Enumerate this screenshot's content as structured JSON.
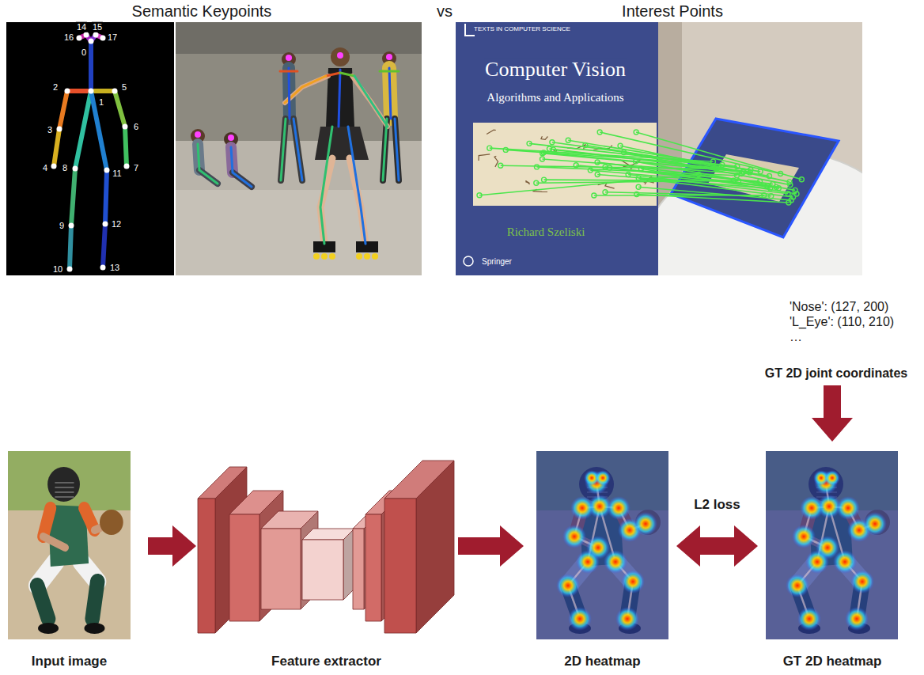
{
  "diagram": {
    "nodes": [
      {
        "text": [
          "Semantic Keypoints"
        ]
      },
      {
        "text": [
          "Interest Points"
        ]
      },
      {
        "text": [
          "'Nose': (127, 200)",
          "'L_Eye': (110, 210)",
          "…",
          "GT 2D joint coordinates"
        ]
      },
      {
        "text": [
          "Input image"
        ]
      },
      {
        "text": [
          "Feature extractor"
        ]
      },
      {
        "text": [
          "2D heatmap"
        ]
      },
      {
        "text": [
          "GT 2D heatmap"
        ]
      }
    ],
    "edges": [
      {
        "from": 3,
        "to": 4,
        "arrow": "to"
      },
      {
        "from": 4,
        "to": 5,
        "arrow": "to"
      },
      {
        "from": 5,
        "to": 6,
        "label": "L2 loss",
        "arrow": "both"
      },
      {
        "from": 2,
        "to": 6,
        "arrow": "to"
      }
    ],
    "labels": [
      "vs",
      "14",
      "15",
      "16",
      "17",
      "0",
      "2",
      "5",
      "1",
      "3",
      "6",
      "4",
      "7",
      "8",
      "11",
      "9",
      "12",
      "10",
      "13",
      "TEXTS IN COMPUTER SCIENCE",
      "Computer Vision",
      "Algorithms and Applications",
      "Richard Szeliski",
      "Springer"
    ]
  }
}
